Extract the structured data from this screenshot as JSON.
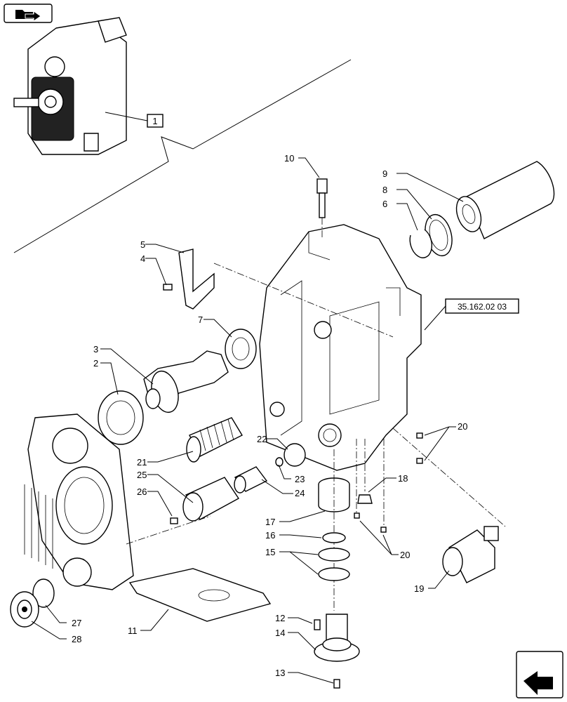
{
  "diagram": {
    "icons": {
      "top_left": "folder-arrow-icon",
      "bottom_right": "back-arrow-icon"
    },
    "overview_callout": "1",
    "reference_box": "35.162.02 03",
    "callouts": [
      "2",
      "3",
      "4",
      "5",
      "6",
      "7",
      "8",
      "9",
      "10",
      "11",
      "12",
      "13",
      "14",
      "15",
      "16",
      "17",
      "18",
      "19",
      "20",
      "20",
      "21",
      "22",
      "23",
      "24",
      "25",
      "26",
      "27",
      "28"
    ]
  }
}
